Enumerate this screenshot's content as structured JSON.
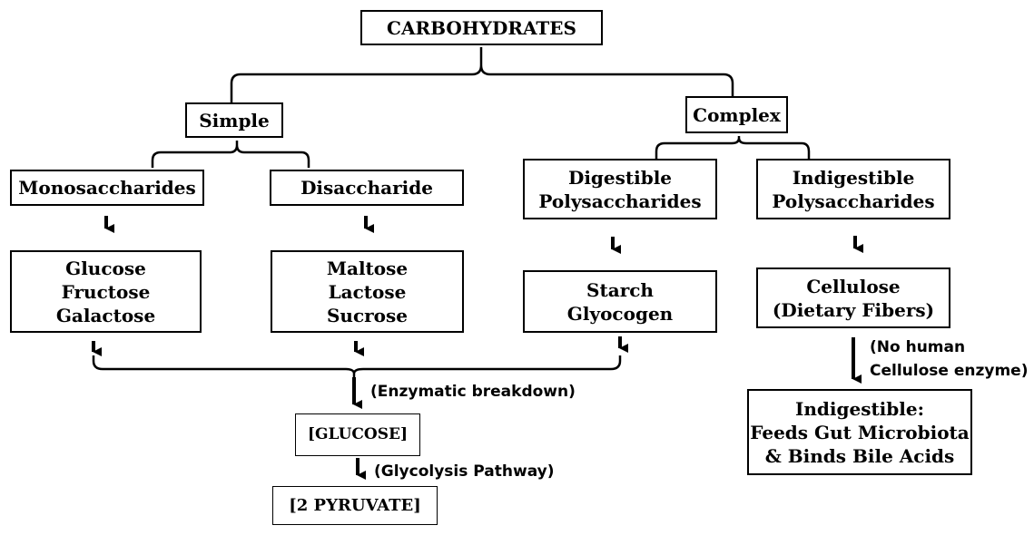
{
  "root": "CARBOHYDRATES",
  "simple": {
    "label": "Simple",
    "mono": {
      "label": "Monosaccharides",
      "examples": [
        "Glucose",
        "Fructose",
        "Galactose"
      ]
    },
    "di": {
      "label": "Disaccharide",
      "examples": [
        "Maltose",
        "Lactose",
        "Sucrose"
      ]
    }
  },
  "complex": {
    "label": "Complex",
    "digestible": {
      "label": [
        "Digestible",
        "Polysaccharides"
      ],
      "examples": [
        "Starch",
        "Glyocogen"
      ]
    },
    "indigestible": {
      "label": [
        "Indigestible",
        "Polysaccharides"
      ],
      "examples": [
        "Cellulose",
        "(Dietary Fibers)"
      ],
      "note": [
        "(No human",
        "Cellulose enzyme)"
      ],
      "outcome": [
        "Indigestible:",
        "Feeds Gut Microbiota",
        "& Binds Bile Acids"
      ]
    }
  },
  "glucose": "[GLUCOSE]",
  "pyruvate": "[2 PYRUVATE]",
  "enzymatic_label": "(Enzymatic breakdown)",
  "glycolysis_label": "(Glycolysis Pathway)"
}
